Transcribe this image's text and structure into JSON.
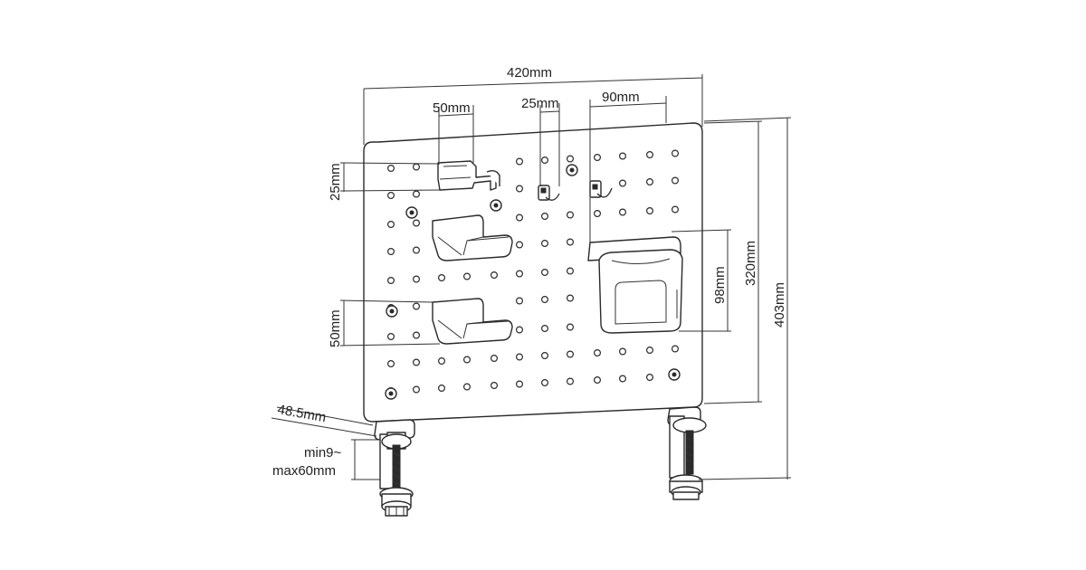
{
  "diagram": {
    "dimensions": {
      "width_total": "420mm",
      "hook_width_left": "50mm",
      "hook_width_small": "25mm",
      "cup_width": "90mm",
      "hook_height": "25mm",
      "shelf_height": "50mm",
      "cup_height": "98mm",
      "panel_height": "320mm",
      "total_height": "403mm",
      "clamp_depth": "48.5mm",
      "clamp_range_line1": "min9~",
      "clamp_range_line2": "max60mm"
    },
    "colors": {
      "line": "#2a2a2a",
      "background": "#ffffff",
      "text": "#222222"
    }
  }
}
